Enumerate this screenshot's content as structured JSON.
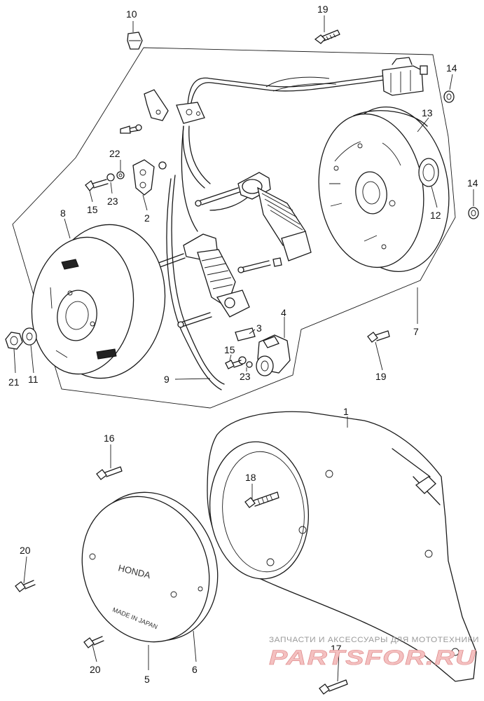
{
  "callouts": {
    "c1": "1",
    "c2": "2",
    "c3": "3",
    "c4": "4",
    "c5": "5",
    "c6": "6",
    "c7": "7",
    "c8": "8",
    "c9": "9",
    "c10": "10",
    "c11": "11",
    "c12": "12",
    "c13": "13",
    "c14a": "14",
    "c14b": "14",
    "c15a": "15",
    "c15b": "15",
    "c16": "16",
    "c17": "17",
    "c18": "18",
    "c19a": "19",
    "c19b": "19",
    "c20a": "20",
    "c20b": "20",
    "c21": "21",
    "c22": "22",
    "c23a": "23",
    "c23b": "23"
  },
  "cover_embossing": {
    "brand": "HONDA",
    "made_in": "MADE IN JAPAN"
  },
  "watermark": {
    "tagline": "ЗАПЧАСТИ И АКСЕССУАРЫ ДЛЯ МОТОТЕХНИКИ",
    "site": "PARTSFOR.RU"
  }
}
